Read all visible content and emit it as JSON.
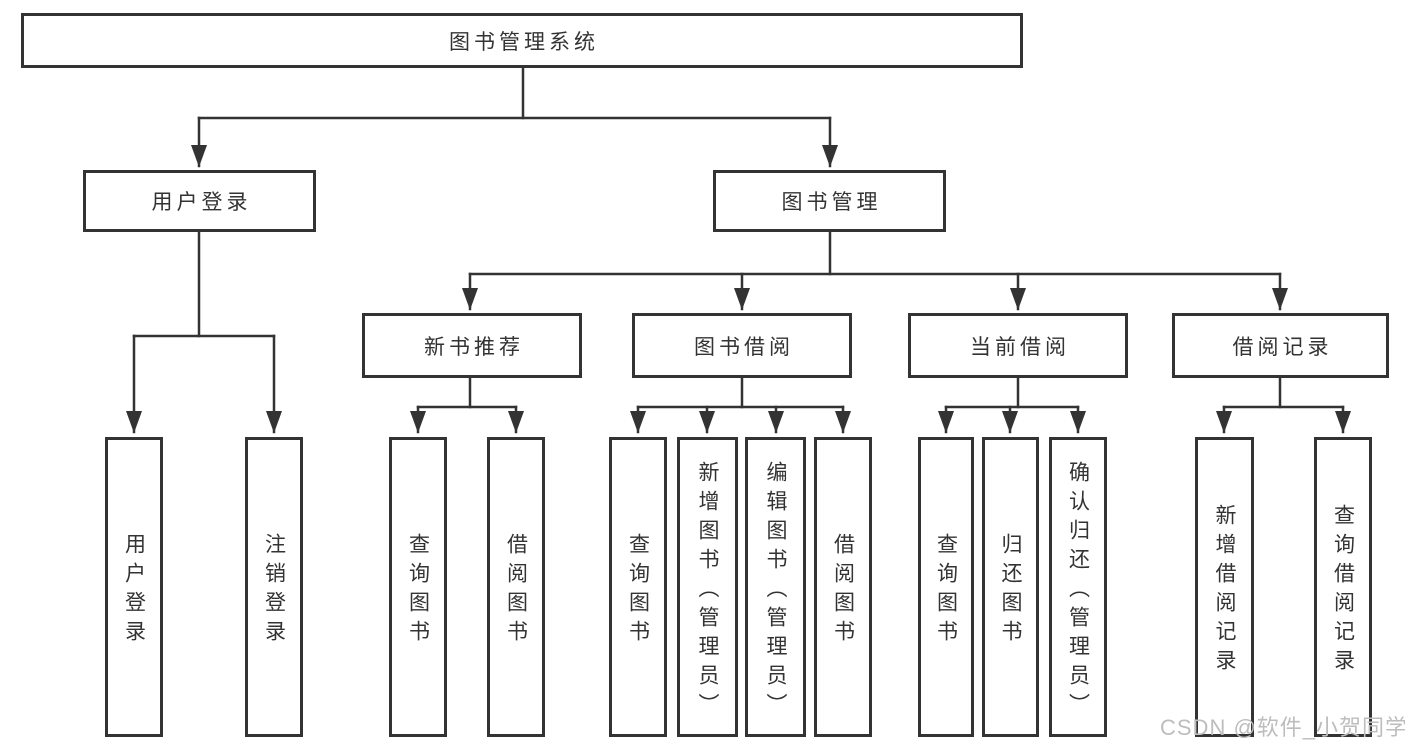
{
  "diagram": {
    "root_label": "图书管理系统",
    "user_login": {
      "label": "用户登录",
      "children": {
        "login": "用户登录",
        "logout": "注销登录"
      }
    },
    "book_management": {
      "label": "图书管理",
      "new_book": {
        "label": "新书推荐",
        "children": {
          "query": "查询图书",
          "borrow": "借阅图书"
        }
      },
      "book_borrow": {
        "label": "图书借阅",
        "children": {
          "query": "查询图书",
          "add": "新增图书（管理员）",
          "edit": "编辑图书（管理员）",
          "borrow": "借阅图书"
        }
      },
      "current_borrow": {
        "label": "当前借阅",
        "children": {
          "query": "查询图书",
          "return": "归还图书",
          "confirm": "确认归还（管理员）"
        }
      },
      "borrow_records": {
        "label": "借阅记录",
        "children": {
          "add": "新增借阅记录",
          "query": "查询借阅记录"
        }
      }
    },
    "watermark": "CSDN @软件_小贺同学",
    "colors": {
      "line": "#333333",
      "text": "#333333",
      "watermark": "#bdbdbd",
      "background": "#ffffff"
    }
  }
}
